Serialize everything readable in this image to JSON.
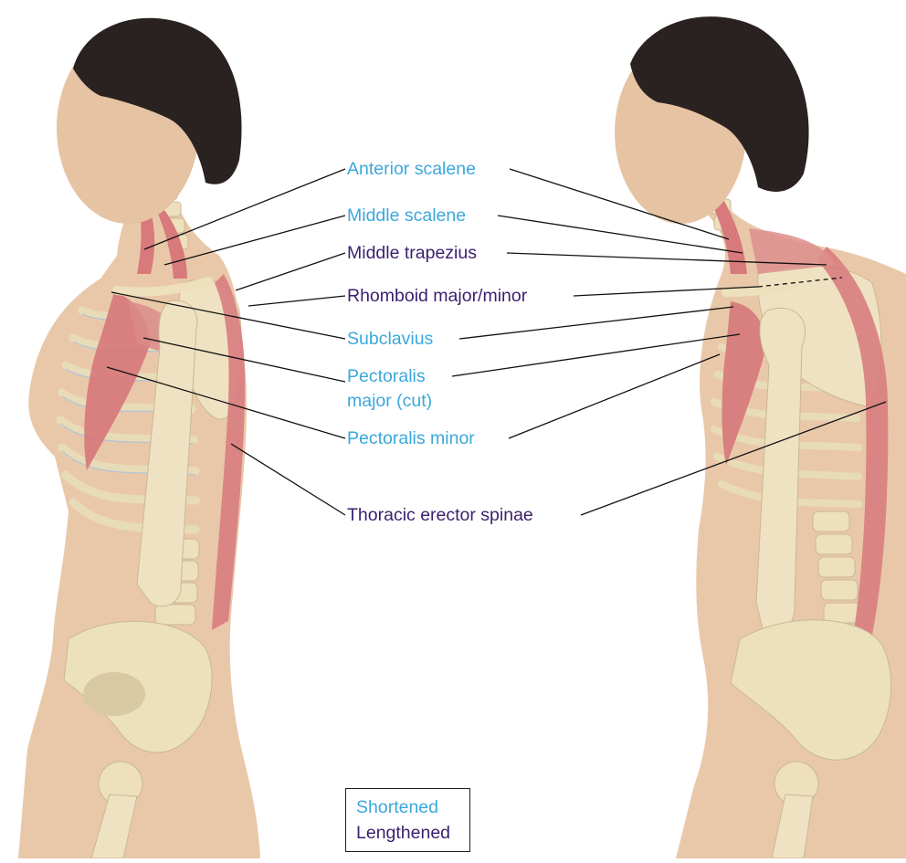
{
  "colors": {
    "shortened": "#3aa8dc",
    "lengthened": "#3b1f6e",
    "skin": "#e9c8a9",
    "bone": "#eee0bd",
    "muscle": "#d87f80",
    "hair": "#2a2220"
  },
  "labels": {
    "anterior_scalene": "Anterior scalene",
    "middle_scalene": "Middle scalene",
    "middle_trapezius": "Middle trapezius",
    "rhomboid": "Rhomboid major/minor",
    "subclavius": "Subclavius",
    "pectoralis_major_line1": "Pectoralis",
    "pectoralis_major_line2": "major (cut)",
    "pectoralis_minor": "Pectoralis minor",
    "thoracic_erector": "Thoracic erector spinae"
  },
  "legend": {
    "shortened": "Shortened",
    "lengthened": "Lengthened"
  }
}
